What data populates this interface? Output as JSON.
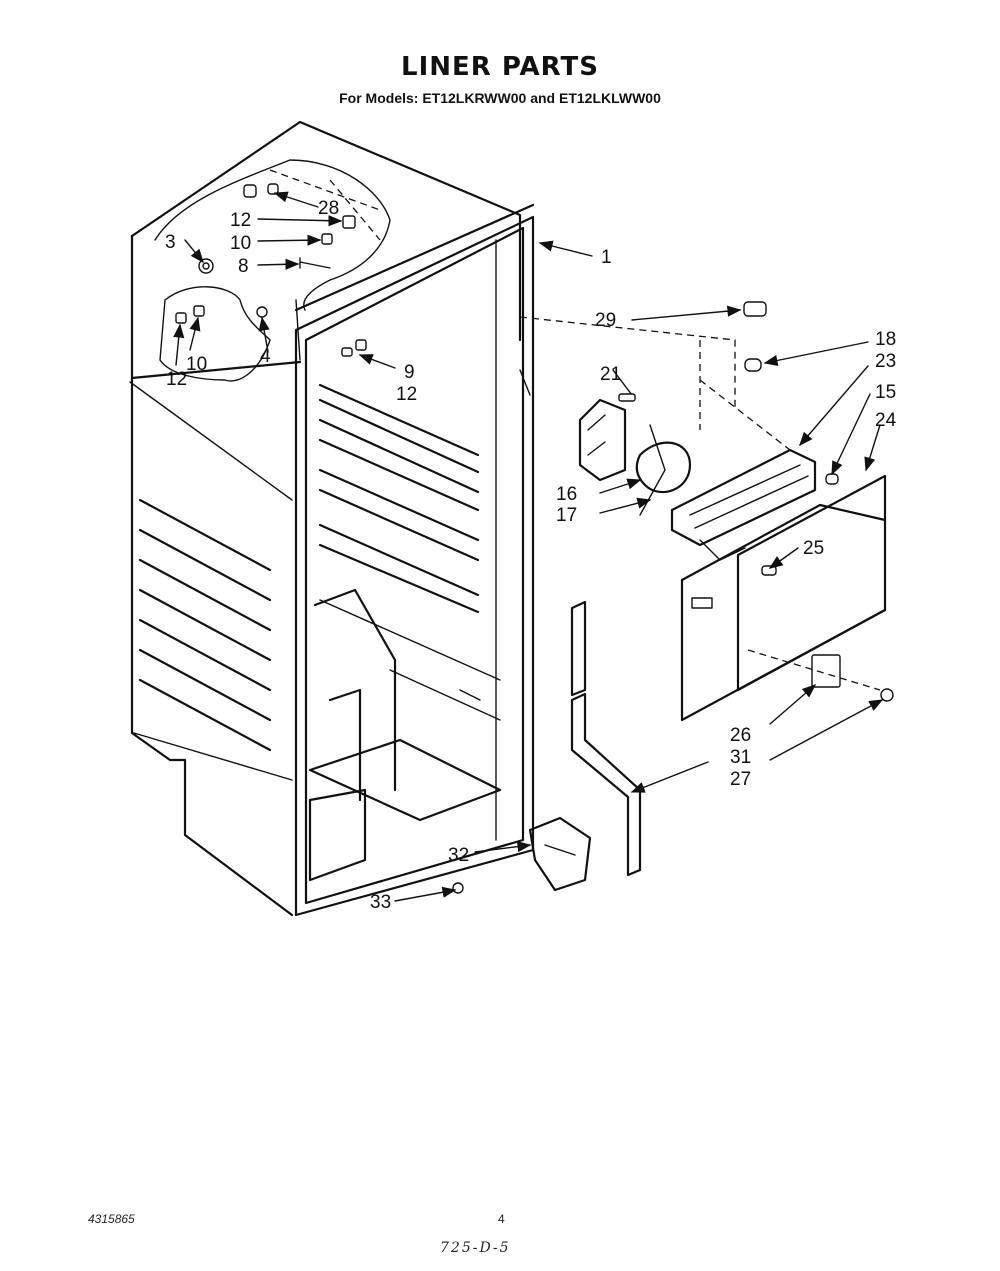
{
  "header": {
    "title": "LINER PARTS",
    "subtitle": "For Models: ET12LKRWW00 and ET12LKLWW00"
  },
  "callouts": [
    {
      "id": "c1",
      "label": "1"
    },
    {
      "id": "c3",
      "label": "3"
    },
    {
      "id": "c4",
      "label": "4"
    },
    {
      "id": "c8",
      "label": "8"
    },
    {
      "id": "c9",
      "label": "9"
    },
    {
      "id": "c10a",
      "label": "10"
    },
    {
      "id": "c10b",
      "label": "10"
    },
    {
      "id": "c12a",
      "label": "12"
    },
    {
      "id": "c12b",
      "label": "12"
    },
    {
      "id": "c12c",
      "label": "12"
    },
    {
      "id": "c15",
      "label": "15"
    },
    {
      "id": "c16",
      "label": "16"
    },
    {
      "id": "c17",
      "label": "17"
    },
    {
      "id": "c18",
      "label": "18"
    },
    {
      "id": "c21",
      "label": "21"
    },
    {
      "id": "c23",
      "label": "23"
    },
    {
      "id": "c24",
      "label": "24"
    },
    {
      "id": "c25",
      "label": "25"
    },
    {
      "id": "c26",
      "label": "26"
    },
    {
      "id": "c27",
      "label": "27"
    },
    {
      "id": "c28",
      "label": "28"
    },
    {
      "id": "c29",
      "label": "29"
    },
    {
      "id": "c31",
      "label": "31"
    },
    {
      "id": "c32",
      "label": "32"
    },
    {
      "id": "c33",
      "label": "33"
    }
  ],
  "footer": {
    "doc_number": "4315865",
    "page_number": "4",
    "handwritten": "725-D-5"
  }
}
